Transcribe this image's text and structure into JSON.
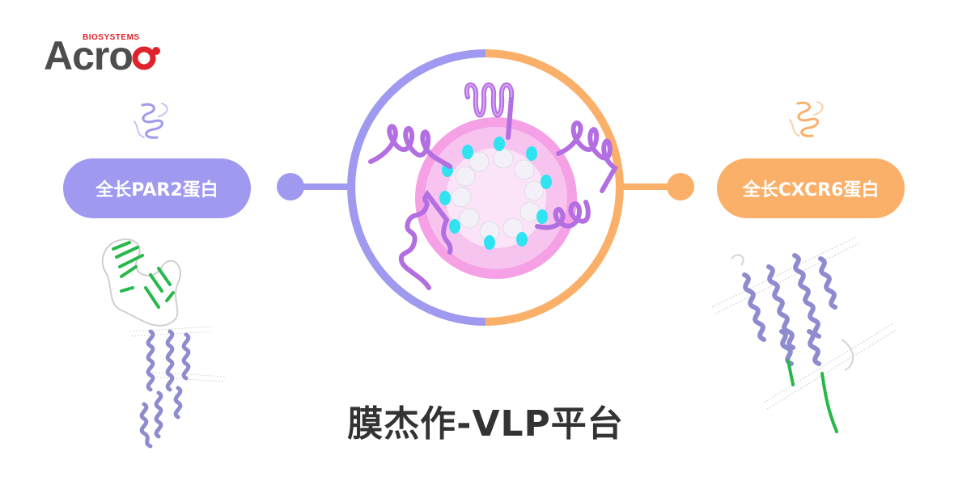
{
  "brand": {
    "name": "Acro",
    "sub": "BIOSYSTEMS"
  },
  "left_protein": {
    "label": "全长PAR2蛋白"
  },
  "right_protein": {
    "label": "全长CXCR6蛋白"
  },
  "title": "膜杰作-VLP平台",
  "colors": {
    "purple": "#9f9af0",
    "orange": "#fbb06a",
    "brand_red": "#e0222a",
    "text_dark": "#333333"
  }
}
